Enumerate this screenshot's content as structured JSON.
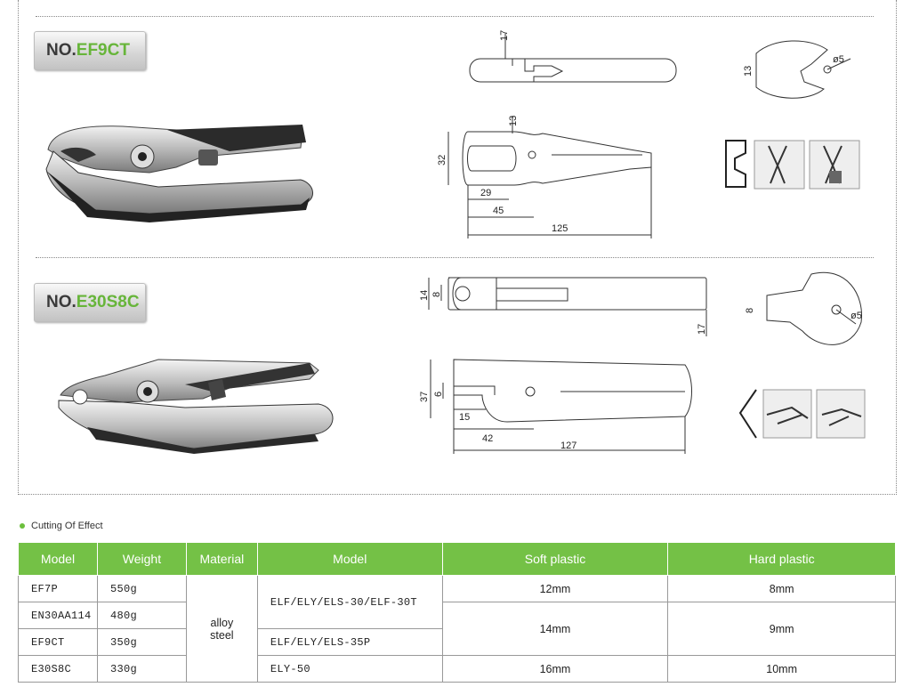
{
  "products": [
    {
      "prefix": "NO.",
      "code": "EF9CT",
      "dims": {
        "thickness": "17",
        "jaw_height": "13",
        "body_height": "32",
        "notch": "13",
        "d1": "29",
        "d2": "45",
        "length": "125",
        "hole": "ø5"
      }
    },
    {
      "prefix": "NO.",
      "code": "E30S8C",
      "dims": {
        "thickness": "14",
        "blade": "8",
        "depth": "17",
        "jaw_height": "8",
        "body_height": "37",
        "tip": "6",
        "d1": "15",
        "d2": "42",
        "length": "127",
        "hole": "ø5"
      }
    }
  ],
  "legend": "Cutting Of Effect",
  "table": {
    "headers": [
      "Model",
      "Weight",
      "Material",
      "Model",
      "Soft plastic",
      "Hard plastic"
    ],
    "left_rows": [
      {
        "model": "EF7P",
        "weight": "550g"
      },
      {
        "model": "EN30AA114",
        "weight": "480g"
      },
      {
        "model": "EF9CT",
        "weight": "350g"
      },
      {
        "model": "E30S8C",
        "weight": "330g"
      }
    ],
    "material": [
      "alloy",
      "steel"
    ],
    "right_rows": [
      {
        "model": "ELF/ELY/ELS-30/ELF-30T",
        "soft": "12mm",
        "hard": "8mm"
      },
      {
        "model": "ELF/ELY/ELS-35P",
        "soft": "14mm",
        "hard": "9mm"
      },
      {
        "model": "ELY-50",
        "soft": "16mm",
        "hard": "10mm"
      }
    ]
  },
  "colors": {
    "accent_green": "#74c146",
    "badge_code": "#67b53a"
  }
}
